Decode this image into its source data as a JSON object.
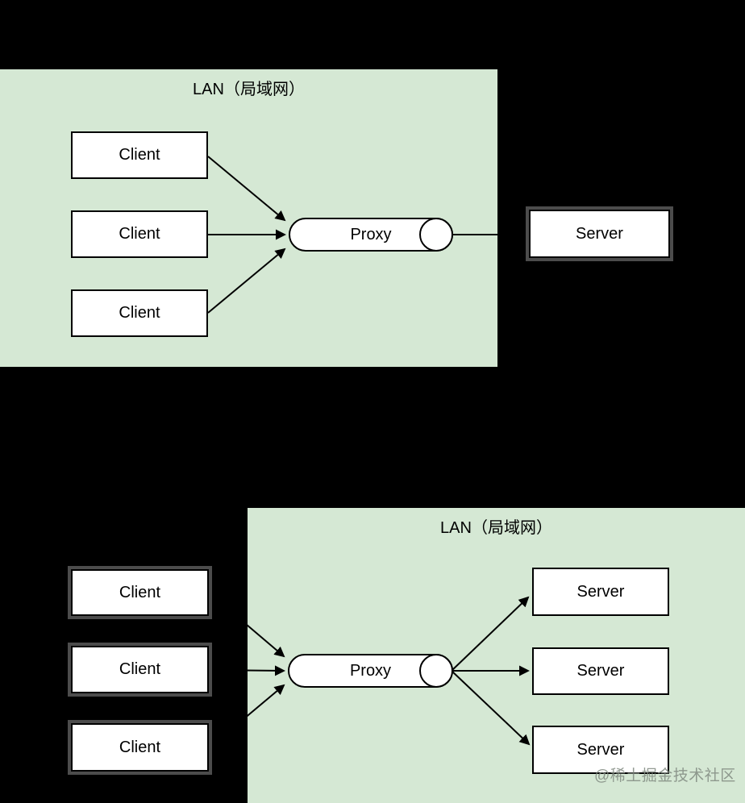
{
  "diagram": {
    "colors": {
      "background": "#000000",
      "lan_fill": "#d5e8d4",
      "node_fill": "#ffffff",
      "node_border": "#000000",
      "line": "#000000"
    },
    "forward_proxy": {
      "lan_label": "LAN（局域网）",
      "clients": [
        "Client",
        "Client",
        "Client"
      ],
      "proxy": "Proxy",
      "server": "Server"
    },
    "reverse_proxy": {
      "lan_label": "LAN（局域网）",
      "clients": [
        "Client",
        "Client",
        "Client"
      ],
      "proxy": "Proxy",
      "servers": [
        "Server",
        "Server",
        "Server"
      ]
    },
    "watermark": "@稀土掘金技术社区"
  }
}
